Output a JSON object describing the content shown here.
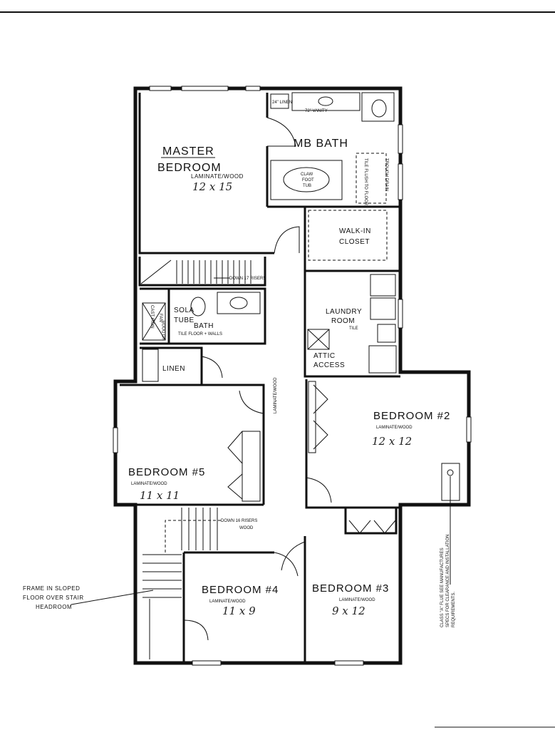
{
  "rooms": {
    "master": {
      "name_line1": "MASTER",
      "name_line2": "BEDROOM",
      "floor": "LAMINATE/WOOD",
      "size": "12 x 15"
    },
    "mb_bath": {
      "name": "MB BATH",
      "linen": "24\" LINEN",
      "vanity": "72\" VANITY",
      "tub_line1": "CLAW",
      "tub_line2": "FOOT",
      "tub_line3": "TUB",
      "tile_flush": "TILE FLUSH TO FLOOR",
      "trough_drain": "TROUGH DRAIN"
    },
    "walk_in": {
      "name_line1": "WALK-IN",
      "name_line2": "CLOSET"
    },
    "bath": {
      "sola_line1": "SOLA",
      "sola_line2": "TUBE",
      "name": "BATH",
      "floor": "TILE FLOOR + WALLS",
      "cast_iron": "CAST IRON",
      "fan": "FAN",
      "no_door": "NO DOOR"
    },
    "laundry": {
      "name_line1": "LAUNDRY",
      "name_line2": "ROOM",
      "floor": "TILE",
      "attic_line1": "ATTIC",
      "attic_line2": "ACCESS"
    },
    "linen": {
      "name": "LINEN"
    },
    "bedroom2": {
      "name": "BEDROOM #2",
      "floor": "LAMINATE/WOOD",
      "size": "12 x 12"
    },
    "bedroom5": {
      "name": "BEDROOM #5",
      "floor": "LAMINATE/WOOD",
      "size": "11 x 11"
    },
    "bedroom4": {
      "name": "BEDROOM #4",
      "floor": "LAMINATE/WOOD",
      "size": "11 x 9"
    },
    "bedroom3": {
      "name": "BEDROOM #3",
      "floor": "LAMINATE/WOOD",
      "size": "9 x 12"
    },
    "hall": {
      "floor": "LAMINATE/WOOD"
    }
  },
  "stairs": {
    "upper_label": "DOWN 17 RISERS",
    "lower_label_line1": "DOWN 16 RISERS",
    "lower_label_line2": "WOOD"
  },
  "notes": {
    "frame_line1": "FRAME IN SLOPED",
    "frame_line2": "FLOOR OVER STAIR",
    "frame_line3": "HEADROOM",
    "flue_line1": "CLASS \"A\" FLUE SEE MANUFACTURES",
    "flue_line2": "SPECS FOR CLEARANCE AND INSTALLATION",
    "flue_line3": "REQUIREMENTS."
  },
  "colors": {
    "ink": "#111111",
    "paper": "#ffffff"
  }
}
